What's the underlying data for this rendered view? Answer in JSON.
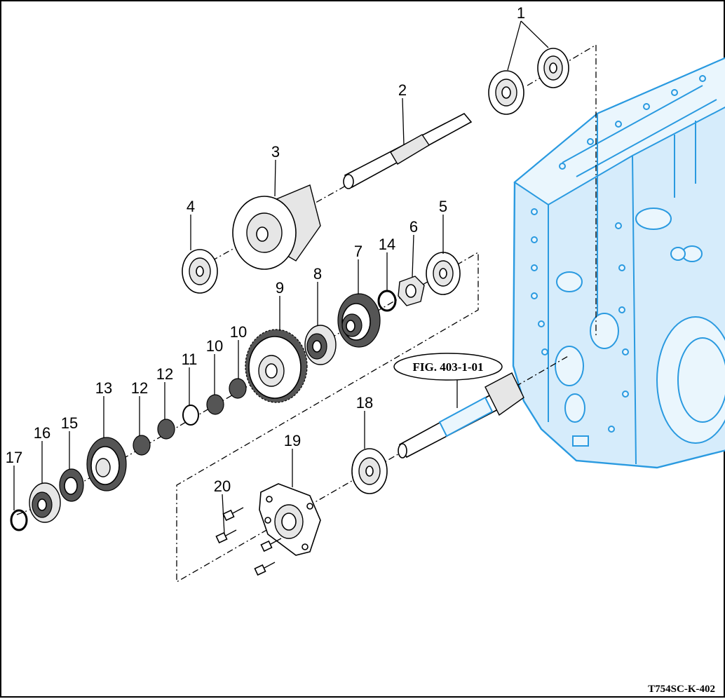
{
  "diagram": {
    "type": "exploded-parts-diagram",
    "reference_label": "FIG. 403-1-01",
    "drawing_code": "T754SC-K-402",
    "callouts": [
      "1",
      "2",
      "3",
      "4",
      "5",
      "6",
      "7",
      "14",
      "8",
      "9",
      "10",
      "10",
      "11",
      "12",
      "12",
      "13",
      "15",
      "16",
      "17",
      "18",
      "19",
      "20"
    ]
  },
  "colors": {
    "housing_stroke": "#2a9ae0",
    "housing_fill": "#d6ecfb",
    "ink": "#000000"
  }
}
